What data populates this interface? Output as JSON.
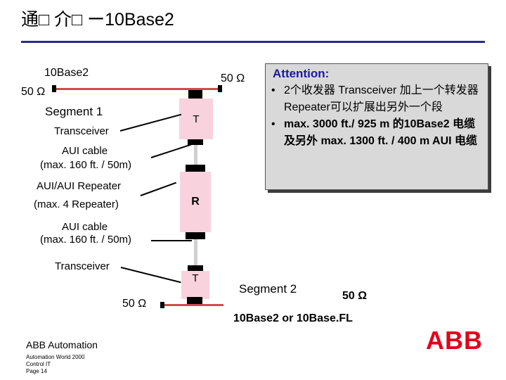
{
  "slide": {
    "title": "通□ 介□ ー10Base2",
    "colors": {
      "cable": "#d44a4a",
      "transceiver": "#f8d3dd",
      "callout_bg": "#d9d9d9",
      "accent": "#1a1a9c",
      "abb_red": "#e2001a",
      "rule": "#2b2b8f"
    }
  },
  "diagram": {
    "segment1_name": "10Base2",
    "term_left_top": "50 Ω",
    "term_right_top": "50 Ω",
    "segment1_label": "Segment 1",
    "transceiver_label_1": "Transceiver",
    "aui_cable_label_1a": "AUI cable",
    "aui_cable_label_1b": "(max. 160 ft. / 50m)",
    "repeater_label_a": "AUI/AUI Repeater",
    "repeater_label_b": "(max. 4 Repeater)",
    "aui_cable_label_2a": "AUI cable",
    "aui_cable_label_2b": "(max. 160 ft. / 50m)",
    "transceiver_label_2": "Transceiver",
    "tbox1": "T",
    "rbox": "R",
    "tbox2": "T",
    "term_left_bottom": "50 Ω",
    "segment2_label": "Segment 2",
    "term_right_bottom": "50 Ω",
    "bottom_caption": "10Base2 or 10Base.FL"
  },
  "callout": {
    "heading": "Attention:",
    "bullets": [
      "2个收发器 Transceiver 加上一个转发器 Repeater可以扩展出另外一个段",
      "max. 3000 ft./ 925 m 的10Base2 电缆及另外 max. 1300 ft. / 400 m AUI 电缆"
    ]
  },
  "footer": {
    "org": "ABB Automation",
    "line1": "Automation World 2000",
    "line2": "Control IT",
    "line3": "Page 14",
    "logo_text": "ABB"
  }
}
